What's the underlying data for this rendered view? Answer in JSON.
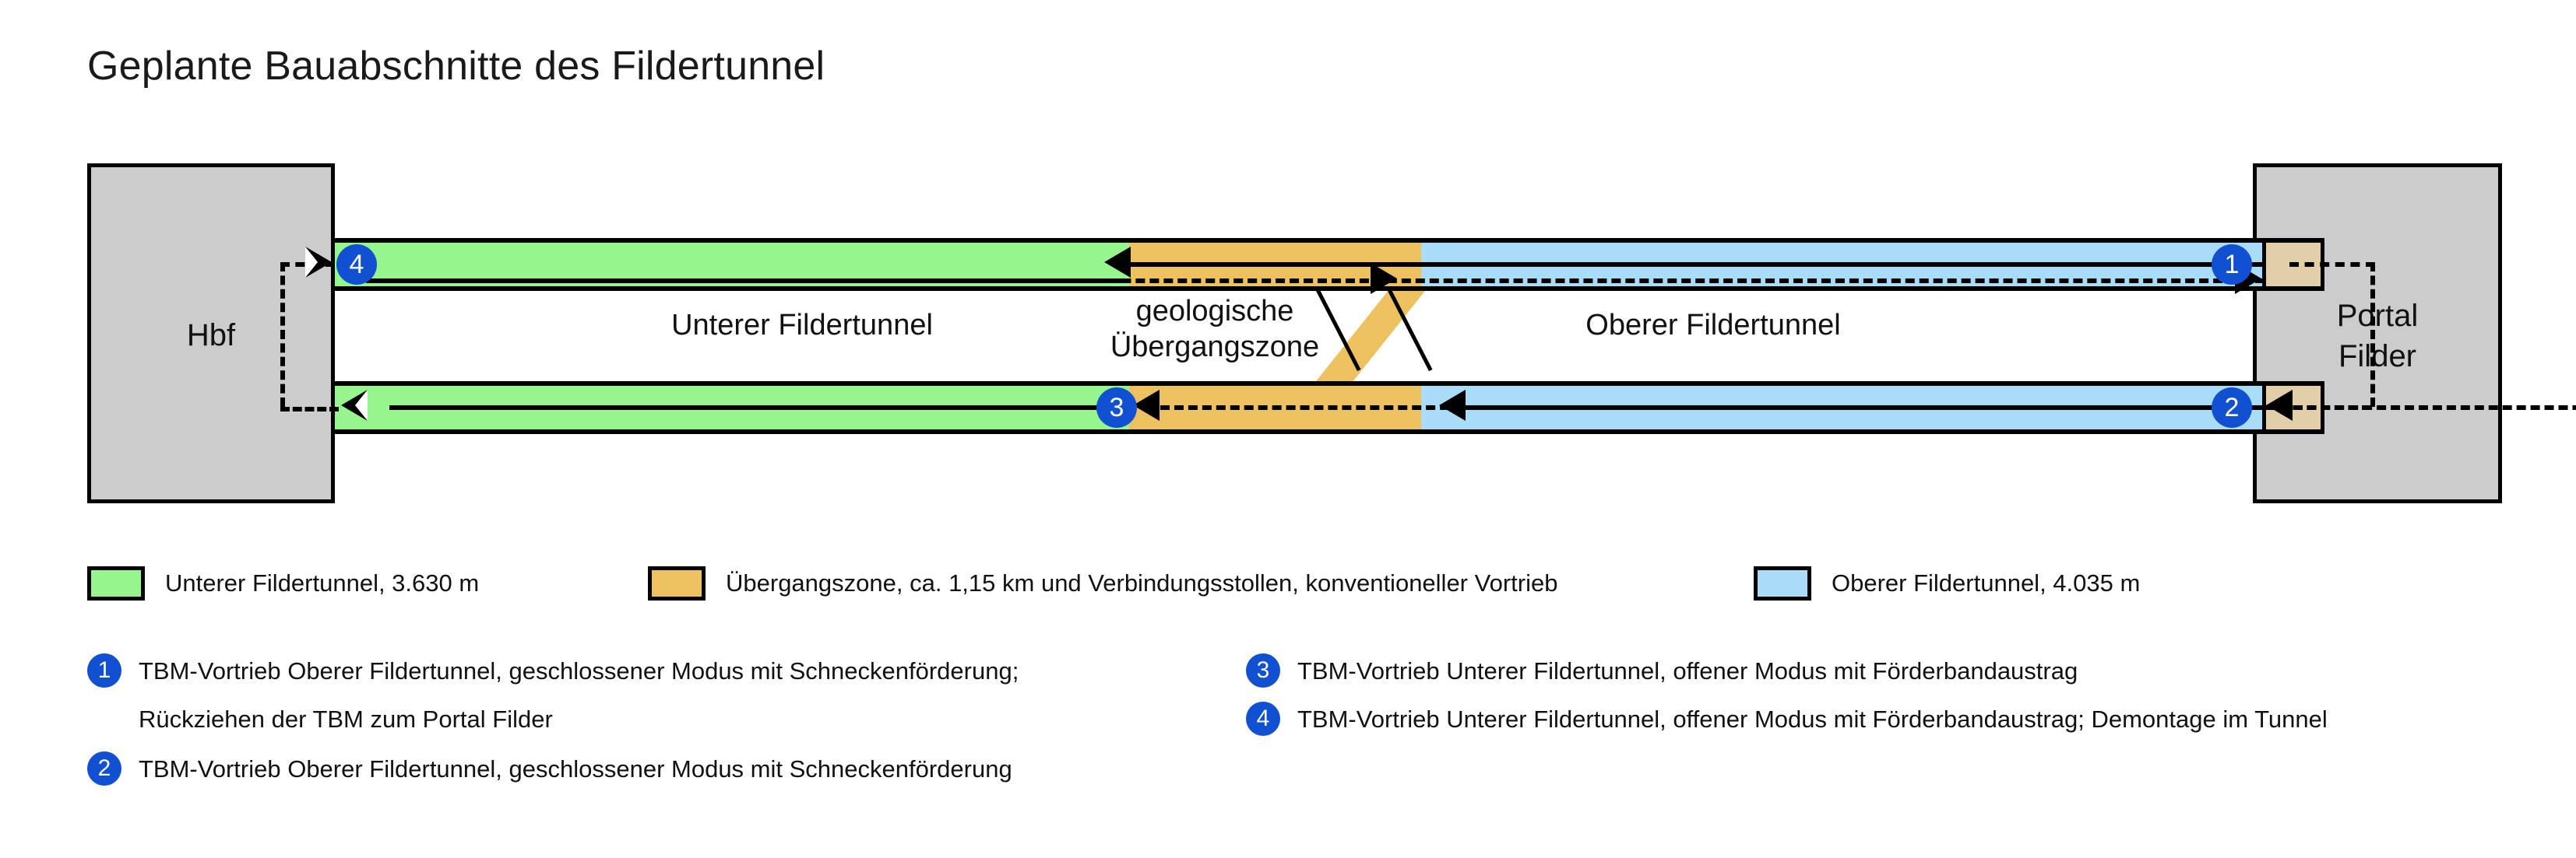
{
  "title": "Geplante Bauabschnitte des Fildertunnel",
  "diagram": {
    "stations": {
      "left": {
        "label": "Hbf"
      },
      "right": {
        "label_line1": "Portal",
        "label_line2": "Filder"
      }
    },
    "band_labels": {
      "lower_tunnel": "Unterer Fildertunnel",
      "transition_line1": "geologische",
      "transition_line2": "Übergangszone",
      "upper_tunnel": "Oberer Fildertunnel"
    },
    "badges": {
      "b1": "1",
      "b2": "2",
      "b3": "3",
      "b4": "4"
    },
    "colors": {
      "green": "#96f58d",
      "orange": "#eec160",
      "blue": "#a9ddf7",
      "tan": "#e2cfa9",
      "station_grey": "#cccccc",
      "badge_blue": "#1250d2",
      "outline": "#000000"
    }
  },
  "legend": [
    {
      "color": "#96f58d",
      "text": "Unterer Fildertunnel, 3.630 m"
    },
    {
      "color": "#eec160",
      "text": "Übergangszone, ca. 1,15 km und Verbindungsstollen, konventioneller Vortrieb"
    },
    {
      "color": "#a9ddf7",
      "text": "Oberer Fildertunnel, 4.035 m"
    }
  ],
  "notes": [
    {
      "num": "1",
      "line1": "TBM-Vortrieb Oberer Fildertunnel, geschlossener Modus mit Schneckenförderung;",
      "line2": "Rückziehen der TBM zum Portal Filder"
    },
    {
      "num": "2",
      "line1": "TBM-Vortrieb Oberer Fildertunnel, geschlossener Modus mit Schneckenförderung",
      "line2": ""
    },
    {
      "num": "3",
      "line1": "TBM-Vortrieb Unterer Fildertunnel, offener Modus mit Förderbandaustrag",
      "line2": ""
    },
    {
      "num": "4",
      "line1": "TBM-Vortrieb Unterer Fildertunnel, offener Modus mit Förderbandaustrag; Demontage im Tunnel",
      "line2": ""
    }
  ]
}
